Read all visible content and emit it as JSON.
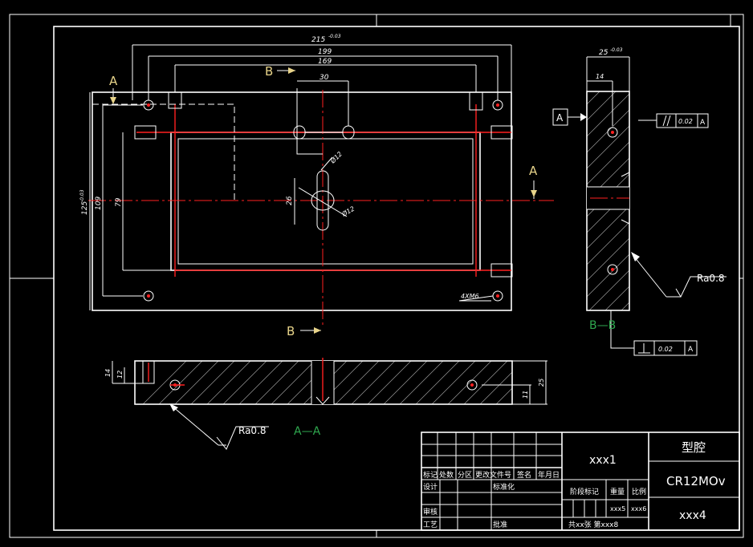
{
  "dimensions": {
    "overall_width": "215",
    "overall_width_tol": "-0.03",
    "width_199": "199",
    "width_169": "169",
    "width_30": "30",
    "height_overall": "125",
    "height_overall_tol": "-0.03",
    "height_109": "109",
    "height_79": "79",
    "dim_26": "26",
    "dia_12": "Ø12",
    "dia_12b": "Ø12",
    "thread_note": "4XM6",
    "side_width": "25",
    "side_width_tol": "-0.03",
    "side_14": "14",
    "front_14": "14",
    "front_12": "12",
    "front_11": "11",
    "front_25": "25"
  },
  "section_labels": {
    "a_letter": "A",
    "b_letter": "B",
    "aa_view": "A—A",
    "bb_view": "B—B",
    "datum": "A"
  },
  "tolerances": {
    "parallel_value": "0.02",
    "parallel_datum": "A",
    "perp_value": "0.02",
    "perp_datum": "A"
  },
  "roughness": {
    "side": "Ra0.8",
    "front": "Ra0.8"
  },
  "title_block": {
    "part_name": "型腔",
    "drawing_no": "xxx1",
    "material": "CR12MOv",
    "company": "xxx4",
    "weight": "xxx5",
    "scale": "xxx6",
    "sheet_info": "共xx张 第xxx8",
    "headers": [
      "标记",
      "处数",
      "分区",
      "更改文件号",
      "签名",
      "年月日"
    ],
    "design": "设计",
    "standardize": "标准化",
    "stage_mark": "阶段标记",
    "weight_label": "重量",
    "scale_label": "比例",
    "review": "审核",
    "process": "工艺",
    "approve": "批准"
  }
}
